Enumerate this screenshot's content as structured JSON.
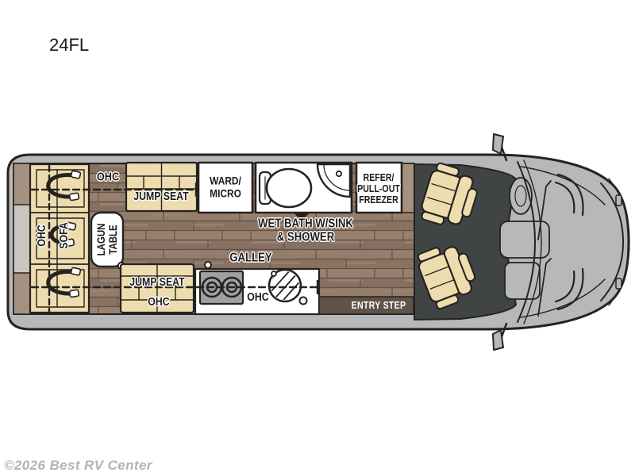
{
  "page": {
    "model": "24FL",
    "watermark": "©2026 Best RV Center"
  },
  "floorplan": {
    "labels": {
      "ohc_top": "OHC",
      "jump_seat_top": "JUMP SEAT",
      "ward_micro": [
        "WARD/",
        "MICRO"
      ],
      "wet_bath": [
        "WET BATH W/SINK",
        "& SHOWER"
      ],
      "refer": [
        "REFER/",
        "PULL-OUT",
        "FREEZER"
      ],
      "lagun_table": [
        "LAGUN",
        "TABLE"
      ],
      "sofa_ohc": "OHC",
      "sofa": "SOFA",
      "galley": "GALLEY",
      "jump_seat_bottom": "JUMP SEAT",
      "jump_seat_bottom_ohc": "OHC",
      "galley_ohc": "OHC",
      "entry_step": "ENTRY STEP"
    },
    "colors": {
      "body_gray": "#b7b8ba",
      "outline": "#26221f",
      "furniture_tan": "#eddcae",
      "taupe": "#a5917f",
      "rear_panel": "#c9c5c0",
      "cab_floor": "#414444",
      "entry_step_brown": "#5f5349",
      "stove_gray": "#9fa0a2",
      "white": "#ffffff",
      "label_ink": "#1c1c1c",
      "watermark_gray": "#b2b2b2"
    }
  }
}
